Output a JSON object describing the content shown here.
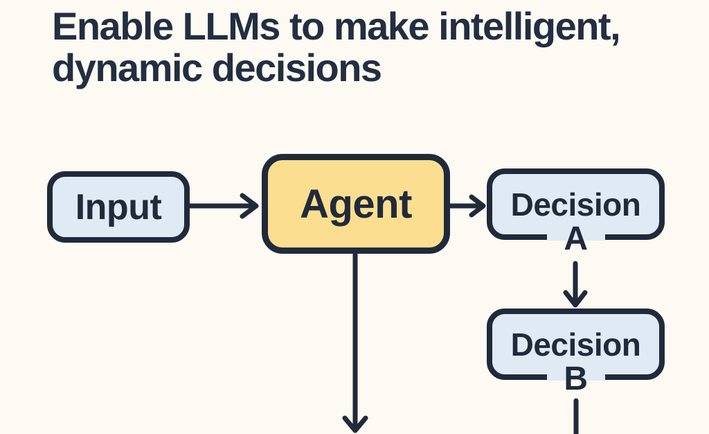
{
  "title": "Enable LLMs to make intelligent, dynamic decisions",
  "nodes": {
    "input": {
      "label": "Input",
      "fill": "#E0EAF4"
    },
    "agent": {
      "label": "Agent",
      "fill": "#FBDE90"
    },
    "decision_a": {
      "label": "Decision",
      "letter": "A",
      "fill": "#E0EAF4"
    },
    "decision_b": {
      "label": "Decision",
      "letter": "B",
      "fill": "#E0EAF4"
    }
  },
  "edges": [
    {
      "from": "input",
      "to": "agent",
      "style": "arrow"
    },
    {
      "from": "agent",
      "to": "decision_a",
      "style": "arrow"
    },
    {
      "from": "agent",
      "to": "offscreen-bottom",
      "style": "arrow"
    },
    {
      "from": "decision_a",
      "to": "decision_b",
      "style": "arrow"
    },
    {
      "from": "decision_b",
      "to": "offscreen-bottom",
      "style": "line"
    }
  ],
  "colors": {
    "background": "#FCFAF2",
    "stroke": "#202A3A",
    "node_blue": "#E0EAF4",
    "node_yellow": "#FBDE90",
    "title_text": "#232E41"
  }
}
